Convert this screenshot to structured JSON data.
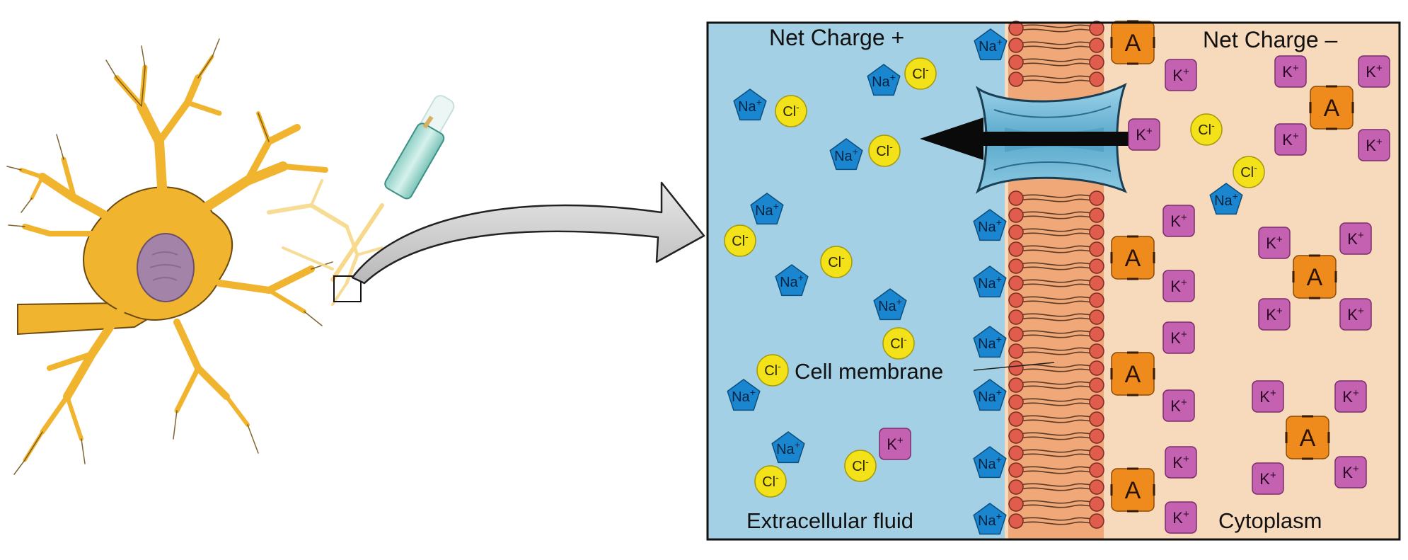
{
  "labels": {
    "net_charge_left": "Net Charge +",
    "net_charge_right": "Net Charge –",
    "cell_membrane": "Cell membrane",
    "extracellular_fluid": "Extracellular fluid",
    "cytoplasm": "Cytoplasm"
  },
  "ions": {
    "na": {
      "symbol": "Na",
      "charge": "+"
    },
    "cl": {
      "symbol": "Cl",
      "charge": "-"
    },
    "k": {
      "symbol": "K",
      "charge": "+"
    },
    "a": {
      "symbol": "A",
      "charge": "-"
    }
  },
  "colors": {
    "extracellular": "#a3d0e4",
    "cytoplasm": "#f7d9bc",
    "membrane_core": "#f0a878",
    "lipid_head": "#e05c4c",
    "na_ion": "#1a86cf",
    "cl_ion": "#f3e21a",
    "k_ion": "#c461b0",
    "a_ion": "#ef8a1d",
    "channel": "#6bb7d8",
    "neuron": "#f1b42f",
    "nucleus": "#a483a8"
  }
}
